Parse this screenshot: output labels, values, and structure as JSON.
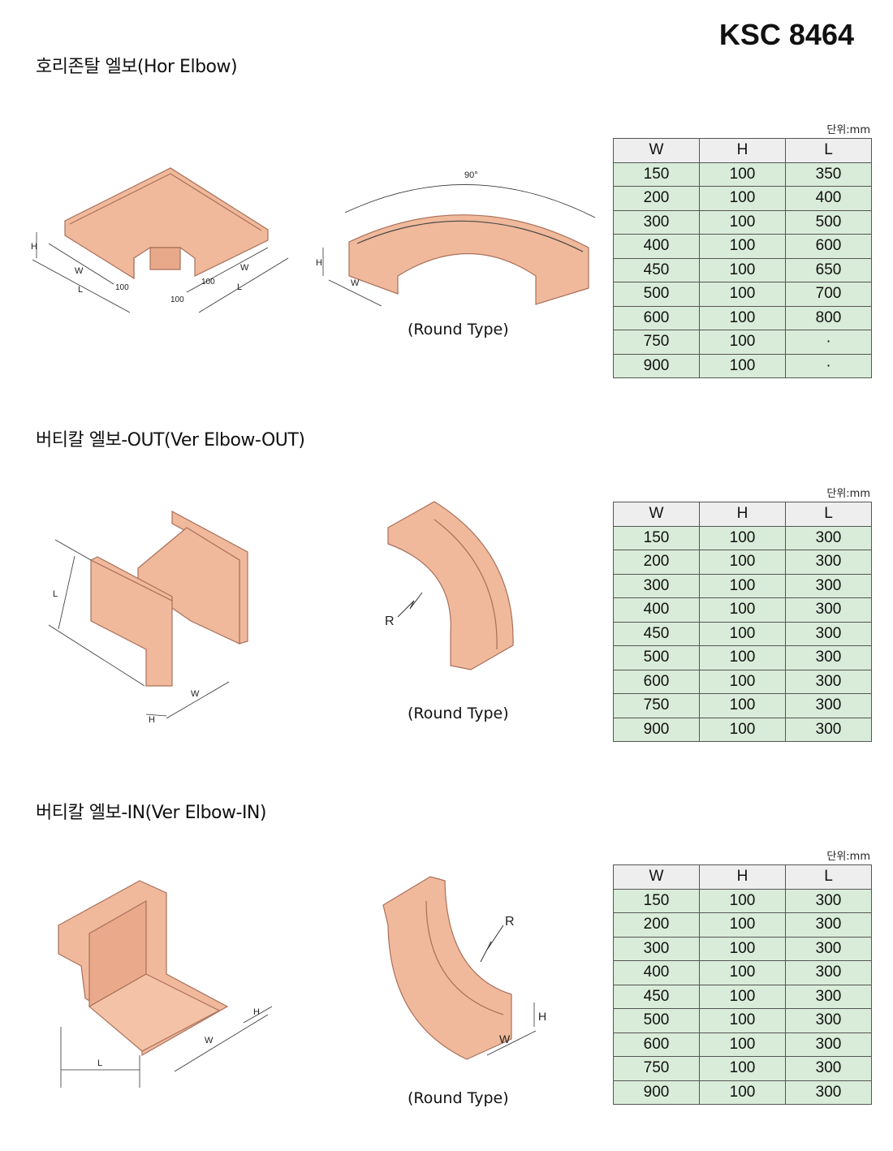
{
  "standard": "KSC 8464",
  "unit_label": "단위:mm",
  "columns": [
    "W",
    "H",
    "L"
  ],
  "round_type_caption": "(Round Type)",
  "sections": [
    {
      "title": "호리존탈 엘보(Hor Elbow)",
      "rows": [
        [
          "150",
          "100",
          "350"
        ],
        [
          "200",
          "100",
          "400"
        ],
        [
          "300",
          "100",
          "500"
        ],
        [
          "400",
          "100",
          "600"
        ],
        [
          "450",
          "100",
          "650"
        ],
        [
          "500",
          "100",
          "700"
        ],
        [
          "600",
          "100",
          "800"
        ],
        [
          "750",
          "100",
          "·"
        ],
        [
          "900",
          "100",
          "·"
        ]
      ],
      "labels": {
        "h": "H",
        "w": "W",
        "l": "L",
        "d100": "100",
        "angle": "90°"
      }
    },
    {
      "title": "버티칼 엘보-OUT(Ver Elbow-OUT)",
      "rows": [
        [
          "150",
          "100",
          "300"
        ],
        [
          "200",
          "100",
          "300"
        ],
        [
          "300",
          "100",
          "300"
        ],
        [
          "400",
          "100",
          "300"
        ],
        [
          "450",
          "100",
          "300"
        ],
        [
          "500",
          "100",
          "300"
        ],
        [
          "600",
          "100",
          "300"
        ],
        [
          "750",
          "100",
          "300"
        ],
        [
          "900",
          "100",
          "300"
        ]
      ],
      "labels": {
        "h": "H",
        "w": "W",
        "l": "L",
        "r": "R"
      }
    },
    {
      "title": "버티칼 엘보-IN(Ver Elbow-IN)",
      "rows": [
        [
          "150",
          "100",
          "300"
        ],
        [
          "200",
          "100",
          "300"
        ],
        [
          "300",
          "100",
          "300"
        ],
        [
          "400",
          "100",
          "300"
        ],
        [
          "450",
          "100",
          "300"
        ],
        [
          "500",
          "100",
          "300"
        ],
        [
          "600",
          "100",
          "300"
        ],
        [
          "750",
          "100",
          "300"
        ],
        [
          "900",
          "100",
          "300"
        ]
      ],
      "labels": {
        "h": "H",
        "w": "W",
        "l": "L",
        "r": "R"
      }
    }
  ],
  "colors": {
    "tray": "#f0b99b",
    "tray_edge": "#a9705a",
    "table_body": "#d9ecd9",
    "table_head": "#eeeeee"
  }
}
